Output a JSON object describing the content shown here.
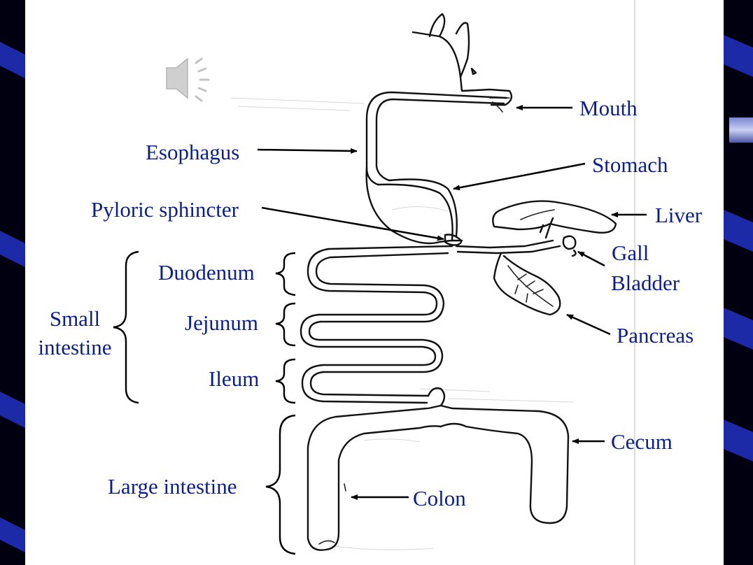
{
  "diagram": {
    "labels": {
      "mouth": "Mouth",
      "esophagus": "Esophagus",
      "stomach": "Stomach",
      "pyloric": "Pyloric sphincter",
      "liver": "Liver",
      "gall_line1": "Gall",
      "gall_line2": "Bladder",
      "duodenum": "Duodenum",
      "jejunum": "Jejunum",
      "small_line1": "Small",
      "small_line2": "intestine",
      "pancreas": "Pancreas",
      "ileum": "Ileum",
      "cecum": "Cecum",
      "large": "Large intestine",
      "colon": "Colon"
    }
  },
  "colors": {
    "label": "#0b1f8a",
    "side_panel": "#000010",
    "stripe": "#1c2aa8",
    "slide": "#ffffff"
  }
}
